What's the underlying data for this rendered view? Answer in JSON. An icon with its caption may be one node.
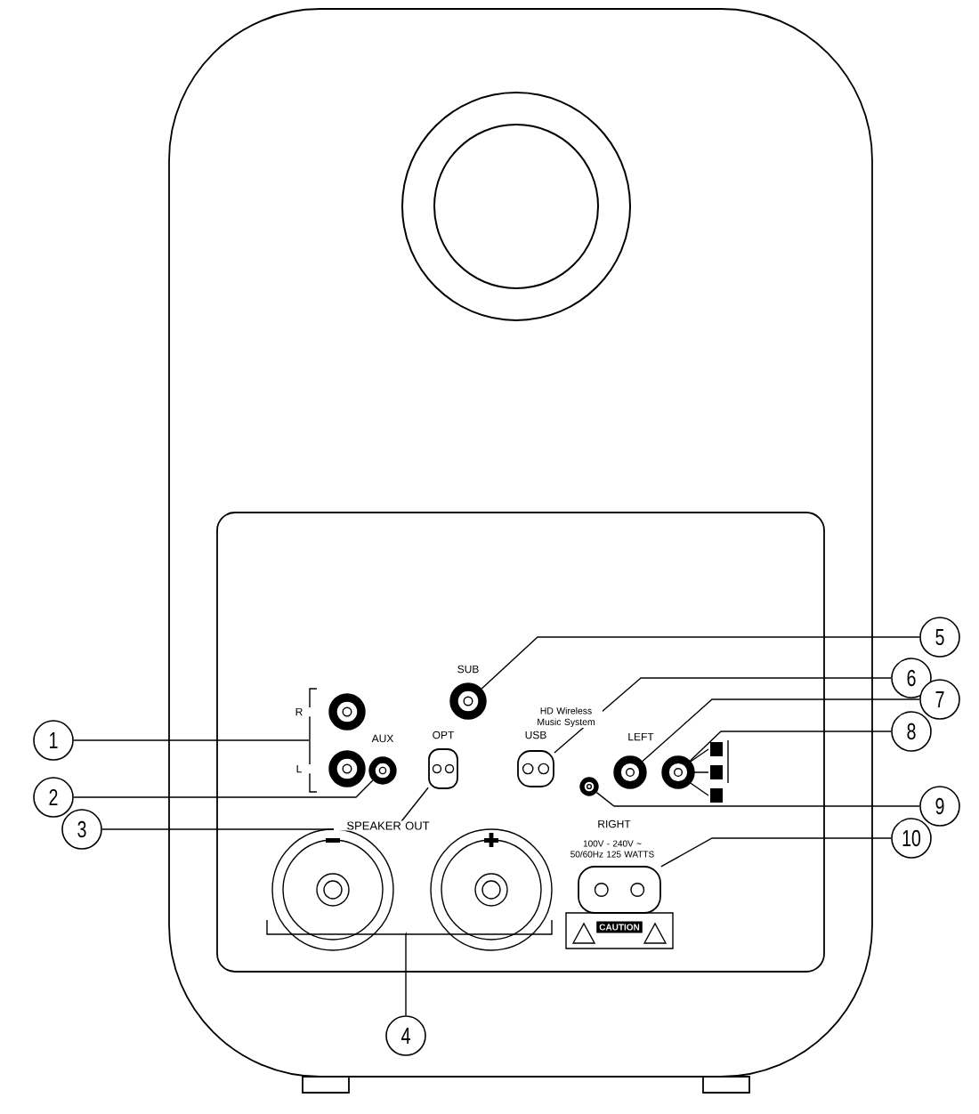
{
  "diagram": {
    "nodes": [
      {
        "text": [
          "1"
        ]
      },
      {
        "text": [
          "2"
        ]
      },
      {
        "text": [
          "3"
        ]
      },
      {
        "text": [
          "4"
        ]
      },
      {
        "text": [
          "5"
        ]
      },
      {
        "text": [
          "6"
        ]
      },
      {
        "text": [
          "7"
        ]
      },
      {
        "text": [
          "8"
        ]
      },
      {
        "text": [
          "9"
        ]
      },
      {
        "text": [
          "10"
        ]
      },
      {
        "text": [],
        "shape": "bracket"
      },
      {
        "text": [],
        "shape": "circle"
      },
      {
        "text": [],
        "shape": "box"
      },
      {
        "text": [],
        "shape": "bracket"
      },
      {
        "text": [],
        "shape": "circle"
      },
      {
        "text": [],
        "shape": "box"
      },
      {
        "text": [],
        "shape": "circle"
      },
      {
        "text": [],
        "shape": "circle"
      },
      {
        "text": [],
        "shape": "circle"
      },
      {
        "text": [],
        "shape": "box"
      },
      {
        "text": [],
        "shape": "circle"
      },
      {
        "text": [],
        "shape": "circle"
      }
    ],
    "edges": [
      {
        "from": 0,
        "to": 10,
        "arrow": "none"
      },
      {
        "from": 1,
        "to": 11,
        "arrow": "none"
      },
      {
        "from": 2,
        "to": 12,
        "arrow": "none"
      },
      {
        "from": 3,
        "to": 13,
        "arrow": "none"
      },
      {
        "from": 4,
        "to": 14,
        "arrow": "none"
      },
      {
        "from": 5,
        "to": 15,
        "arrow": "none"
      },
      {
        "from": 6,
        "to": 16,
        "arrow": "none"
      },
      {
        "from": 7,
        "to": 17,
        "arrow": "none"
      },
      {
        "from": 8,
        "to": 18,
        "arrow": "none"
      },
      {
        "from": 9,
        "to": 19,
        "arrow": "none"
      }
    ],
    "labels": [
      "SUB",
      "HD Wireless Music System",
      "R",
      "L",
      "AUX",
      "OPT",
      "USB",
      "LEFT",
      "SPEAKER OUT",
      "RIGHT",
      "100V - 240V ~ 50/60Hz 125 WATTS",
      "CAUTION"
    ]
  }
}
